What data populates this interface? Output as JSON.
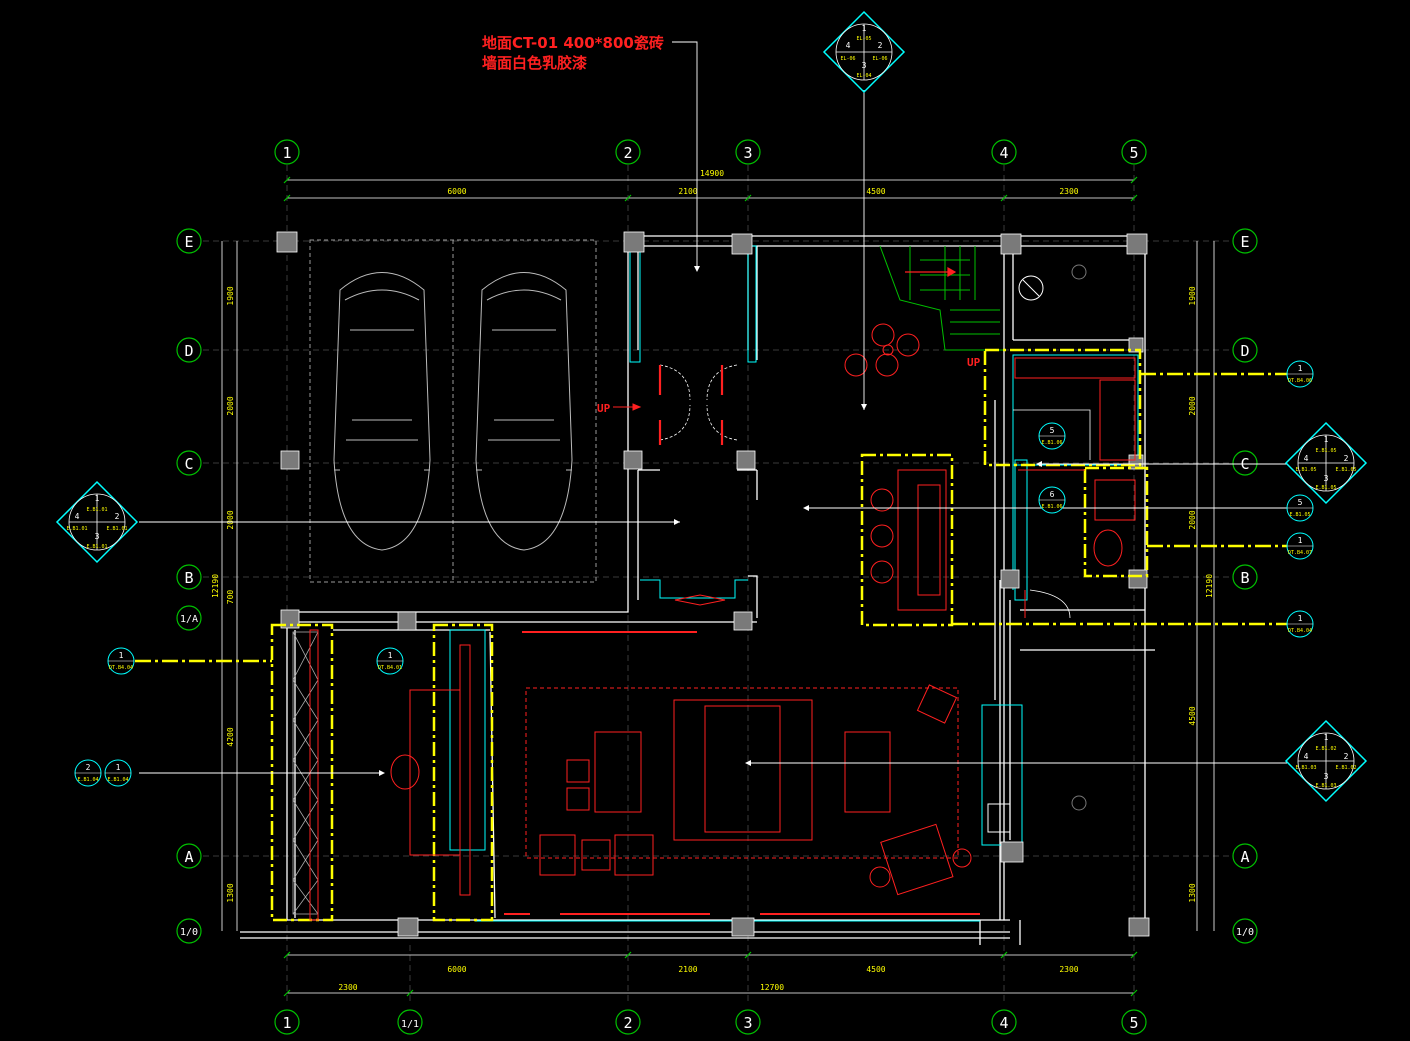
{
  "annotation": {
    "floor": "地面CT-01  400*800瓷砖",
    "wall": "墙面白色乳胶漆"
  },
  "grid": {
    "columns": [
      "1",
      "2",
      "3",
      "4",
      "5"
    ],
    "sub_column": "1/1",
    "rows": [
      "E",
      "D",
      "C",
      "B",
      "A"
    ],
    "sub_row_top": "1/A",
    "sub_row_bottom": "1/0"
  },
  "dimensions": {
    "top_total": "14900",
    "top_segments": [
      "6000",
      "2100",
      "4500",
      "2300"
    ],
    "bottom_total": "12700",
    "bottom_segments": [
      "6000",
      "2100",
      "4500",
      "2300"
    ],
    "bottom_first": "2300",
    "left_total": "12190",
    "left_segments": [
      "1900",
      "2000",
      "2000",
      "700",
      "4200",
      "1300"
    ],
    "right_total": "12190",
    "right_segments": [
      "1900",
      "2000",
      "2000",
      "4500",
      "1300"
    ]
  },
  "labels": {
    "up_left": "UP",
    "up_right": "UP"
  },
  "callouts": {
    "top_diamond": {
      "n1": "1",
      "n2": "2",
      "n3": "3",
      "n4": "4",
      "t1": "EL-05",
      "t2": "EL-06",
      "t3": "EL-04",
      "t4": "EL-06"
    },
    "left_diamond": {
      "n1": "1",
      "n2": "2",
      "n3": "3",
      "n4": "4",
      "t1": "E.B1.01",
      "t2": "E.B1.01",
      "t3": "E.B1.01",
      "t4": "E.B1.01"
    },
    "right_diamond_c": {
      "n1": "1",
      "n2": "2",
      "n3": "3",
      "n4": "4",
      "t1": "E.B1.05",
      "t2": "E.B1.05",
      "t3": "E.B1.05",
      "t4": "E.B1.05"
    },
    "right_diamond_a": {
      "n1": "1",
      "n2": "2",
      "n3": "3",
      "n4": "4",
      "t1": "E.B1.02",
      "t2": "E.B1.02",
      "t3": "E.B1.03",
      "t4": "E.B1.03"
    },
    "detail_right_1": {
      "n": "1",
      "t": "DT.B4.06"
    },
    "detail_right_2": {
      "n": "1",
      "t": "DT.B4.07"
    },
    "detail_right_3": {
      "n": "1",
      "t": "DT.B4.04"
    },
    "detail_right_5": {
      "n": "5",
      "t": "E.B1.05"
    },
    "detail_left_1": {
      "n": "1",
      "t": "DT.B4.04"
    },
    "detail_mid_1": {
      "n": "1",
      "t": "DT.B4.01"
    },
    "detail_left_pair_a": {
      "n": "2",
      "t": "E.B1.04"
    },
    "detail_left_pair_b": {
      "n": "1",
      "t": "E.B1.04"
    },
    "detail_kitchen_5": {
      "n": "5",
      "t": "E.B1.06"
    },
    "detail_kitchen_6": {
      "n": "6",
      "t": "E.B1.06"
    }
  },
  "colors": {
    "wall": "#ffffff",
    "glass": "#00ffff",
    "furniture": "#ff2020",
    "highlight": "#ffff00",
    "grid": "#00c000",
    "dimension": "#ffff00"
  }
}
